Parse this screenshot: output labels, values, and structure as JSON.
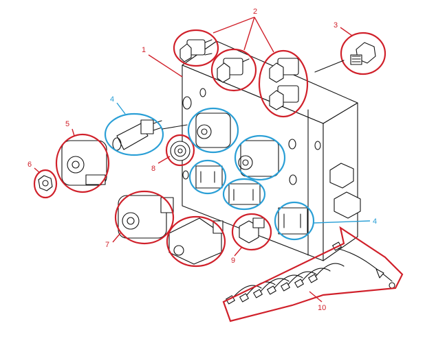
{
  "colors": {
    "red": "#d0202a",
    "blue": "#2a9fd6",
    "ink": "#111111"
  },
  "callouts": {
    "c1": "1",
    "c2": "2",
    "c3": "3",
    "c4a": "4",
    "c4b": "4",
    "c5": "5",
    "c6": "6",
    "c7": "7",
    "c8": "8",
    "c9": "9",
    "c10": "10"
  }
}
